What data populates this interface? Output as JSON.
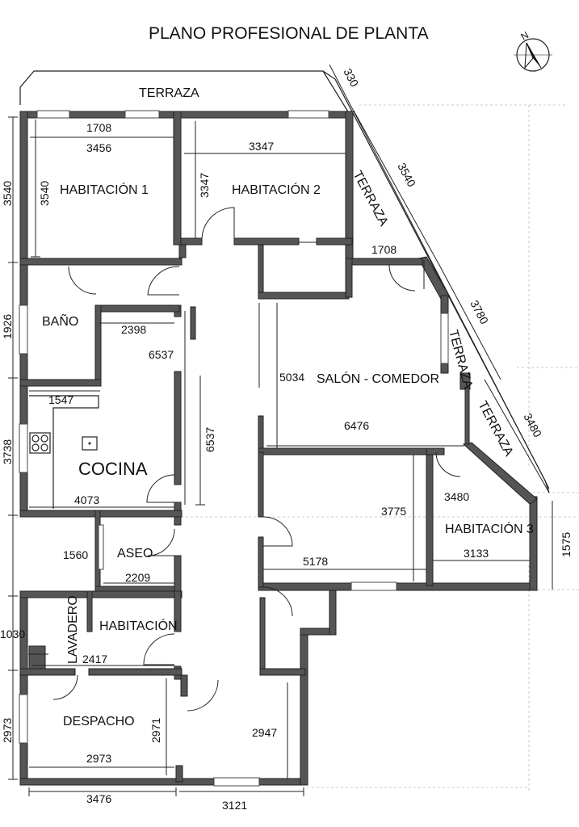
{
  "title": "PLANO PROFESIONAL DE PLANTA",
  "compass_label": "N",
  "rooms": {
    "terraza_top": "TERRAZA",
    "terraza_diag1": "TERRAZA",
    "terraza_diag2": "TERRAZA",
    "terraza_diag3": "TERRAZA",
    "habitacion1": "HABITACIÓN 1",
    "habitacion2": "HABITACIÓN 2",
    "bano": "BAÑO",
    "salon": "SALÓN - COMEDOR",
    "cocina": "COCINA",
    "aseo": "ASEO",
    "habitacion3": "HABITACIÓN 3",
    "lavadero": "LAVADERO",
    "habitacion": "HABITACIÓN",
    "despacho": "DESPACHO"
  },
  "dims": {
    "d330": "330",
    "d3540_diag": "3540",
    "d3780": "3780",
    "d3480_diag": "3480",
    "d3540_left": "3540",
    "d1926": "1926",
    "d3738": "3738",
    "d1560": "1560",
    "d1030": "1030",
    "d2973_left": "2973",
    "d1708_h1": "1708",
    "d3456": "3456",
    "d3540_h1": "3540",
    "d3347_h": "3347",
    "d3347_v": "3347",
    "d1708_salon": "1708",
    "d2398": "2398",
    "d6537_a": "6537",
    "d6537_b": "6537",
    "d5034": "5034",
    "d6476": "6476",
    "d1547": "1547",
    "d4073": "4073",
    "d3775": "3775",
    "d3480_h3": "3480",
    "d5178": "5178",
    "d3133": "3133",
    "d1575": "1575",
    "d2209": "2209",
    "d2417": "2417",
    "d2971": "2971",
    "d2947": "2947",
    "d2973_desp": "2973",
    "d3476": "3476",
    "d3121": "3121"
  }
}
